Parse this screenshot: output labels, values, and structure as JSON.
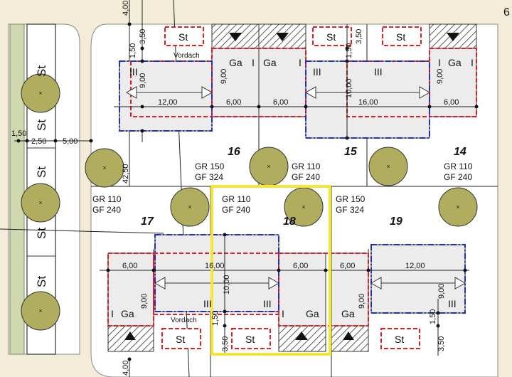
{
  "parking_label": "St",
  "garage_label": "Ga",
  "storey_label": "III",
  "storey_label_short": "I",
  "canopy_label": "Vordach",
  "lots": {
    "lot_14": {
      "number": "14",
      "gr": "GR 110",
      "gf": "GF 240"
    },
    "lot_15": {
      "number": "15",
      "gr": "GR 110",
      "gf": "GF 240"
    },
    "lot_16": {
      "number": "16",
      "gr": "GR 150",
      "gf": "GF 324"
    },
    "lot_17": {
      "number": "17",
      "gr": "GR 110",
      "gf": "GF 240"
    },
    "lot_18": {
      "number": "18",
      "gr": "GR 110",
      "gf": "GF 240"
    },
    "lot_19": {
      "number": "19",
      "gr": "GR 150",
      "gf": "GF 324"
    }
  },
  "dimensions": {
    "d_4_top": "4,00",
    "d_4_bottom": "4,00",
    "d_3_50": "3,50",
    "d_1_50": "1,50",
    "d_9": "9,00",
    "d_10": "10,00",
    "d_12": "12,00",
    "d_6": "6,00",
    "d_16": "16,00",
    "d_2_50": "2,50",
    "d_5": "5,00",
    "d_42_50": "42,50",
    "edge_char": "6"
  },
  "colors": {
    "background": "#f3ecd8",
    "strip_green": "#cfd8b0",
    "tree_fill": "#b0ae5e",
    "highlight": "#f2e53c",
    "red_boundary": "#e02020",
    "blue_boundary": "#2030c0"
  }
}
